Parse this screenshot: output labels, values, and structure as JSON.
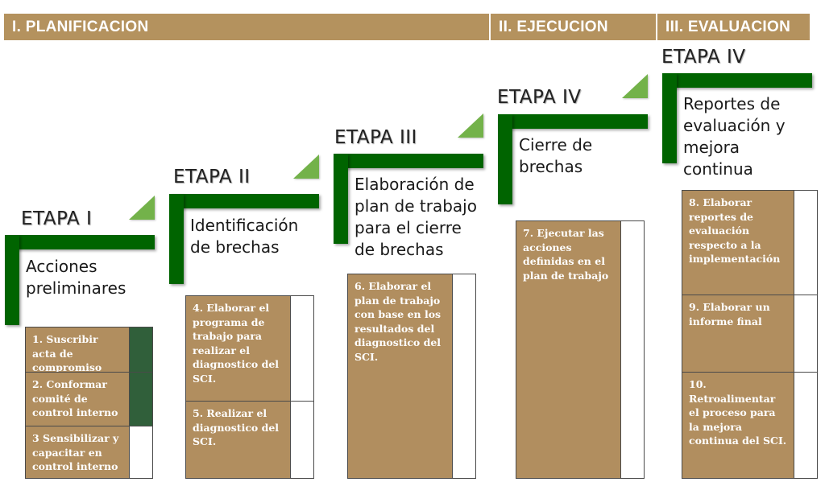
{
  "phases": [
    {
      "label": "I.  PLANIFICACION"
    },
    {
      "label": "II.  EJECUCION"
    },
    {
      "label": "III.  EVALUACION"
    }
  ],
  "stages": [
    {
      "label": "ETAPA I",
      "text": "Acciones preliminares"
    },
    {
      "label": "ETAPA II",
      "text": "Identificación de brechas"
    },
    {
      "label": "ETAPA III",
      "text": "Elaboración de plan de trabajo para el cierre de brechas"
    },
    {
      "label": "ETAPA IV",
      "text": "Cierre de brechas"
    },
    {
      "label": "ETAPA IV",
      "text": "Reportes de evaluación y mejora continua"
    }
  ],
  "tasks": [
    {
      "text": "1. Suscribir acta de compromiso"
    },
    {
      "text": "2. Conformar comité de control interno"
    },
    {
      "text": "3 Sensibilizar y capacitar en control interno"
    },
    {
      "text": "4. Elaborar el programa de trabajo para realizar el diagnostico del SCI."
    },
    {
      "text": "5. Realizar el diagnostico del SCI."
    },
    {
      "text": "6. Elaborar el plan de trabajo con base en los resultados del diagnostico del SCI."
    },
    {
      "text": "7. Ejecutar las acciones definidas en el plan de trabajo"
    },
    {
      "text": "8. Elaborar reportes de evaluación respecto a la implementación"
    },
    {
      "text": "9. Elaborar un informe final"
    },
    {
      "text": "10. Retroalimentar el proceso para la mejora continua del SCI."
    }
  ],
  "colors": {
    "phase_bar": "#b4925e",
    "stage_bar": "#006400",
    "step_triangle": "#73b24a",
    "task_box": "#b18e5f",
    "status_done": "#305f3a"
  }
}
